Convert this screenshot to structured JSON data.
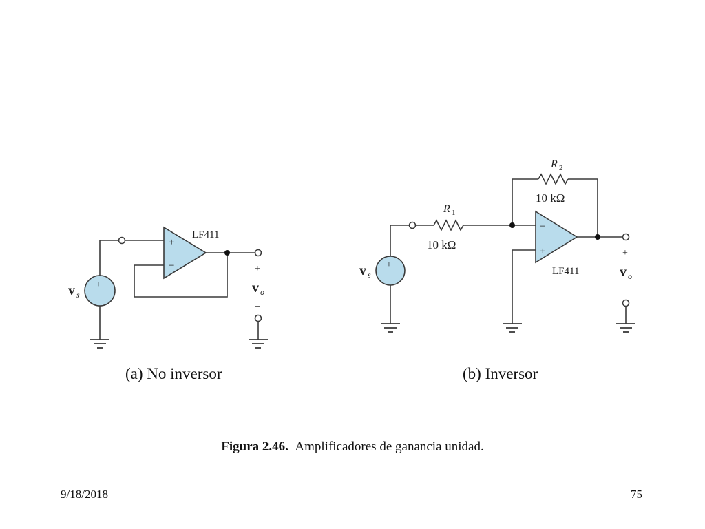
{
  "circuit_a": {
    "opamp_label": "LF411",
    "plus": "+",
    "minus": "−",
    "source_plus": "+",
    "source_minus": "−",
    "source_label": "v",
    "source_sub": "s",
    "out_plus": "+",
    "out_label": "v",
    "out_sub": "o",
    "out_minus": "−",
    "subcaption": "(a) No inversor"
  },
  "circuit_b": {
    "r1_label": "R",
    "r1_sub": "1",
    "r1_value": "10 kΩ",
    "r2_label": "R",
    "r2_sub": "2",
    "r2_value": "10 kΩ",
    "opamp_label": "LF411",
    "plus": "+",
    "minus": "−",
    "source_plus": "+",
    "source_minus": "−",
    "source_label": "v",
    "source_sub": "s",
    "out_plus": "+",
    "out_label": "v",
    "out_sub": "o",
    "out_minus": "−",
    "subcaption": "(b) Inversor"
  },
  "caption": {
    "label": "Figura 2.46.",
    "text": "Amplificadores de ganancia unidad."
  },
  "footer": {
    "date": "9/18/2018",
    "page": "75"
  },
  "colors": {
    "opamp_fill": "#b9dcec",
    "wire": "#3a3a3a",
    "source_fill": "#b9dcec"
  }
}
